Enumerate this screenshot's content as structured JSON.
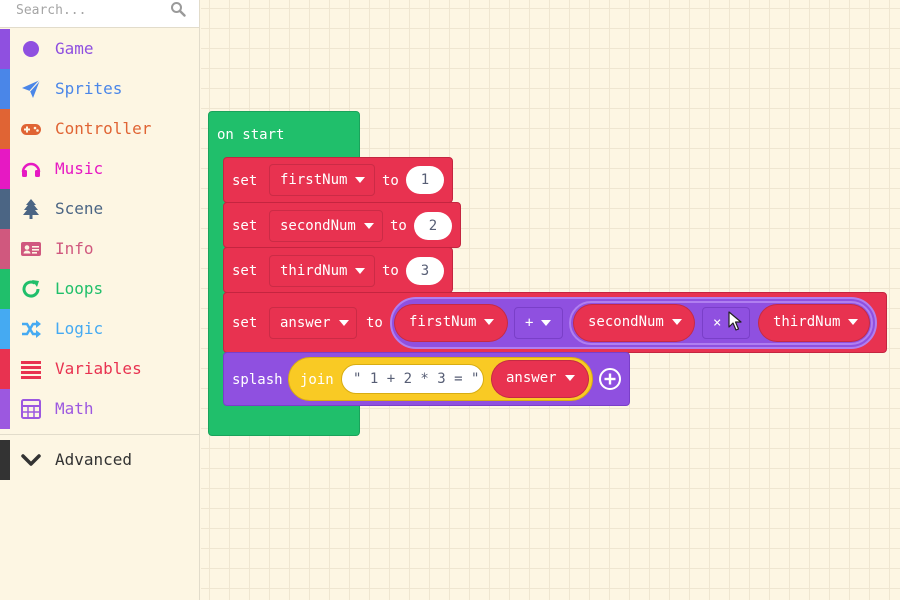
{
  "search": {
    "placeholder": "Search..."
  },
  "categories": [
    {
      "label": "Game",
      "color": "#8f50e0",
      "icon": "circle-icon"
    },
    {
      "label": "Sprites",
      "color": "#4a86e8",
      "icon": "paper-plane-icon"
    },
    {
      "label": "Controller",
      "color": "#e06434",
      "icon": "gamepad-icon"
    },
    {
      "label": "Music",
      "color": "#e619c3",
      "icon": "headphones-icon"
    },
    {
      "label": "Scene",
      "color": "#4b6584",
      "icon": "tree-icon"
    },
    {
      "label": "Info",
      "color": "#d0587e",
      "icon": "id-card-icon"
    },
    {
      "label": "Loops",
      "color": "#20bf6b",
      "icon": "refresh-icon"
    },
    {
      "label": "Logic",
      "color": "#45aaf2",
      "icon": "shuffle-icon"
    },
    {
      "label": "Variables",
      "color": "#e83250",
      "icon": "list-icon"
    },
    {
      "label": "Math",
      "color": "#9c58e0",
      "icon": "calculator-icon"
    }
  ],
  "advanced": {
    "label": "Advanced",
    "icon": "chevron-down-icon",
    "color": "#333333"
  },
  "blocks": {
    "on_start": {
      "label": "on start",
      "color": "#20bf6b"
    },
    "set_label": "set",
    "to_label": "to",
    "set_color": "#e83250",
    "sets": [
      {
        "var": "firstNum",
        "value": "1"
      },
      {
        "var": "secondNum",
        "value": "2"
      },
      {
        "var": "thirdNum",
        "value": "3"
      }
    ],
    "answer_set": {
      "var": "answer",
      "left": "firstNum",
      "op1": "+",
      "mid": "secondNum",
      "op2": "×",
      "right": "thirdNum",
      "math_color": "#8f50e0"
    },
    "splash": {
      "label": "splash",
      "join": "join",
      "string": "\" 1 + 2 * 3 = \"",
      "var": "answer",
      "color": "#8f50e0",
      "join_color": "#f9ca24"
    }
  }
}
